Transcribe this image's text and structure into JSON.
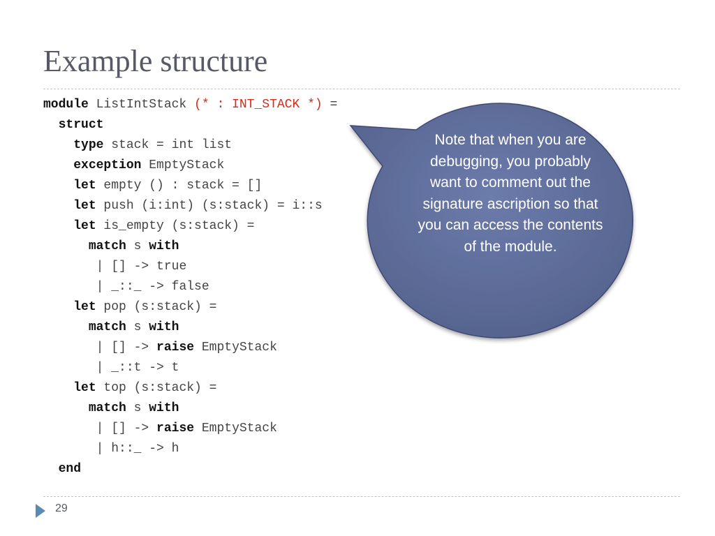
{
  "slide": {
    "title": "Example structure",
    "page_number": "29"
  },
  "code": {
    "lines": [
      {
        "indent": "",
        "tokens": [
          {
            "t": "module",
            "k": "kw"
          },
          {
            "t": " ListIntStack ",
            "k": ""
          },
          {
            "t": "(* : INT_STACK *)",
            "k": "cm"
          },
          {
            "t": " =",
            "k": ""
          }
        ]
      },
      {
        "indent": "  ",
        "tokens": [
          {
            "t": "struct",
            "k": "kw"
          }
        ]
      },
      {
        "indent": "    ",
        "tokens": [
          {
            "t": "type",
            "k": "kw"
          },
          {
            "t": " stack = int list",
            "k": ""
          }
        ]
      },
      {
        "indent": "    ",
        "tokens": [
          {
            "t": "exception",
            "k": "kw"
          },
          {
            "t": " EmptyStack",
            "k": ""
          }
        ]
      },
      {
        "indent": "    ",
        "tokens": [
          {
            "t": "let",
            "k": "kw"
          },
          {
            "t": " empty () : stack = []",
            "k": ""
          }
        ]
      },
      {
        "indent": "    ",
        "tokens": [
          {
            "t": "let",
            "k": "kw"
          },
          {
            "t": " push (i:int) (s:stack) = i::s",
            "k": ""
          }
        ]
      },
      {
        "indent": "    ",
        "tokens": [
          {
            "t": "let",
            "k": "kw"
          },
          {
            "t": " is_empty (s:stack) =",
            "k": ""
          }
        ]
      },
      {
        "indent": "      ",
        "tokens": [
          {
            "t": "match",
            "k": "kw"
          },
          {
            "t": " s ",
            "k": ""
          },
          {
            "t": "with",
            "k": "kw"
          }
        ]
      },
      {
        "indent": "       ",
        "tokens": [
          {
            "t": "| [] -> true",
            "k": ""
          }
        ]
      },
      {
        "indent": "       ",
        "tokens": [
          {
            "t": "| _::_ -> false",
            "k": ""
          }
        ]
      },
      {
        "indent": "    ",
        "tokens": [
          {
            "t": "let",
            "k": "kw"
          },
          {
            "t": " pop (s:stack) =",
            "k": ""
          }
        ]
      },
      {
        "indent": "      ",
        "tokens": [
          {
            "t": "match",
            "k": "kw"
          },
          {
            "t": " s ",
            "k": ""
          },
          {
            "t": "with",
            "k": "kw"
          }
        ]
      },
      {
        "indent": "       ",
        "tokens": [
          {
            "t": "| [] -> ",
            "k": ""
          },
          {
            "t": "raise",
            "k": "kw"
          },
          {
            "t": " EmptyStack",
            "k": ""
          }
        ]
      },
      {
        "indent": "       ",
        "tokens": [
          {
            "t": "| _::t -> t",
            "k": ""
          }
        ]
      },
      {
        "indent": "    ",
        "tokens": [
          {
            "t": "let",
            "k": "kw"
          },
          {
            "t": " top (s:stack) =",
            "k": ""
          }
        ]
      },
      {
        "indent": "      ",
        "tokens": [
          {
            "t": "match",
            "k": "kw"
          },
          {
            "t": " s ",
            "k": ""
          },
          {
            "t": "with",
            "k": "kw"
          }
        ]
      },
      {
        "indent": "       ",
        "tokens": [
          {
            "t": "| [] -> ",
            "k": ""
          },
          {
            "t": "raise",
            "k": "kw"
          },
          {
            "t": " EmptyStack",
            "k": ""
          }
        ]
      },
      {
        "indent": "       ",
        "tokens": [
          {
            "t": "| h::_ -> h",
            "k": ""
          }
        ]
      },
      {
        "indent": "  ",
        "tokens": [
          {
            "t": "end",
            "k": "kw"
          }
        ]
      }
    ]
  },
  "callout": {
    "text": "Note that when you are debugging, you probably want to comment out the signature ascription so that you can access the contents of the module.",
    "fill_color": "#6272a0",
    "border_color": "#3f4a72"
  },
  "colors": {
    "title": "#575a66",
    "comment": "#d42a1a",
    "footer_marker": "#5b8ab5"
  }
}
